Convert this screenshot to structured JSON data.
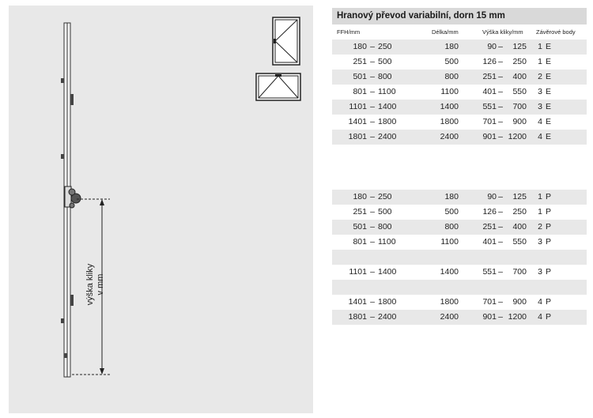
{
  "drawing": {
    "dimension_label_line1": "výška kliky",
    "dimension_label_line2": "v mm"
  },
  "table": {
    "title": "Hranový převod variabilní, dorn 15 mm",
    "headers": {
      "ffh": "FFH/mm",
      "length": "Délka/mm",
      "handle_height": "Výška kliky/mm",
      "locking_points": "Závěrové body"
    },
    "rows_e": [
      {
        "from": "180",
        "to": "250",
        "len": "180",
        "kfrom": "90",
        "kto": "125",
        "bod": "1",
        "typ": "E"
      },
      {
        "from": "251",
        "to": "500",
        "len": "500",
        "kfrom": "126",
        "kto": "250",
        "bod": "1",
        "typ": "E"
      },
      {
        "from": "501",
        "to": "800",
        "len": "800",
        "kfrom": "251",
        "kto": "400",
        "bod": "2",
        "typ": "E"
      },
      {
        "from": "801",
        "to": "1100",
        "len": "1100",
        "kfrom": "401",
        "kto": "550",
        "bod": "3",
        "typ": "E"
      },
      {
        "from": "1101",
        "to": "1400",
        "len": "1400",
        "kfrom": "551",
        "kto": "700",
        "bod": "3",
        "typ": "E"
      },
      {
        "from": "1401",
        "to": "1800",
        "len": "1800",
        "kfrom": "701",
        "kto": "900",
        "bod": "4",
        "typ": "E"
      },
      {
        "from": "1801",
        "to": "2400",
        "len": "2400",
        "kfrom": "901",
        "kto": "1200",
        "bod": "4",
        "typ": "E"
      }
    ],
    "rows_p": [
      {
        "from": "180",
        "to": "250",
        "len": "180",
        "kfrom": "90",
        "kto": "125",
        "bod": "1",
        "typ": "P"
      },
      {
        "from": "251",
        "to": "500",
        "len": "500",
        "kfrom": "126",
        "kto": "250",
        "bod": "1",
        "typ": "P"
      },
      {
        "from": "501",
        "to": "800",
        "len": "800",
        "kfrom": "251",
        "kto": "400",
        "bod": "2",
        "typ": "P"
      },
      {
        "from": "801",
        "to": "1100",
        "len": "1100",
        "kfrom": "401",
        "kto": "550",
        "bod": "3",
        "typ": "P"
      },
      null,
      {
        "from": "1101",
        "to": "1400",
        "len": "1400",
        "kfrom": "551",
        "kto": "700",
        "bod": "3",
        "typ": "P"
      },
      null,
      {
        "from": "1401",
        "to": "1800",
        "len": "1800",
        "kfrom": "701",
        "kto": "900",
        "bod": "4",
        "typ": "P"
      },
      {
        "from": "1801",
        "to": "2400",
        "len": "2400",
        "kfrom": "901",
        "kto": "1200",
        "bod": "4",
        "typ": "P"
      }
    ],
    "dash": "–",
    "colors": {
      "shade": "#e8e8e8",
      "title_bg": "#d9d9d9",
      "panel_bg": "#e8e8e8"
    }
  }
}
